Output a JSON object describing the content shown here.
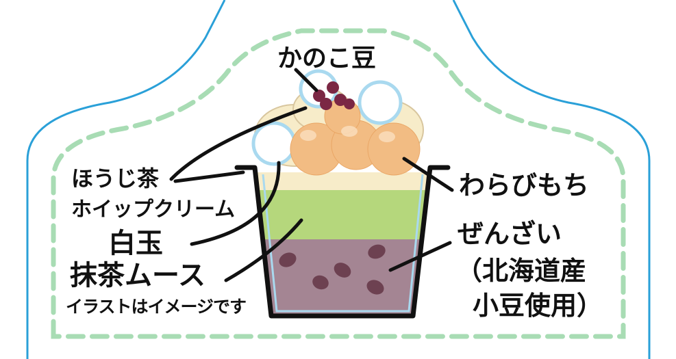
{
  "labels": {
    "kanoko_mame": "かのこ豆",
    "hojicha_line1": "ほうじ茶",
    "hojicha_line2": "ホイップクリーム",
    "shiratama": "白玉",
    "matcha_mousse": "抹茶ムース",
    "illustration_note": "イラストはイメージです",
    "warabi_mochi": "わらびもち",
    "zenzai": "ぜんざい",
    "zenzai_origin_line1": "（北海道産",
    "zenzai_origin_line2": "小豆使用）"
  },
  "colors": {
    "outline_blue": "#2aa0d8",
    "dashed_green": "#a8dcb4",
    "matcha": "#b5d77c",
    "zenzai": "#a48593",
    "bean": "#6d4151",
    "warabi": "#f2bc83",
    "cream": "#f7ecc9",
    "shiratama": "#ffffff"
  }
}
